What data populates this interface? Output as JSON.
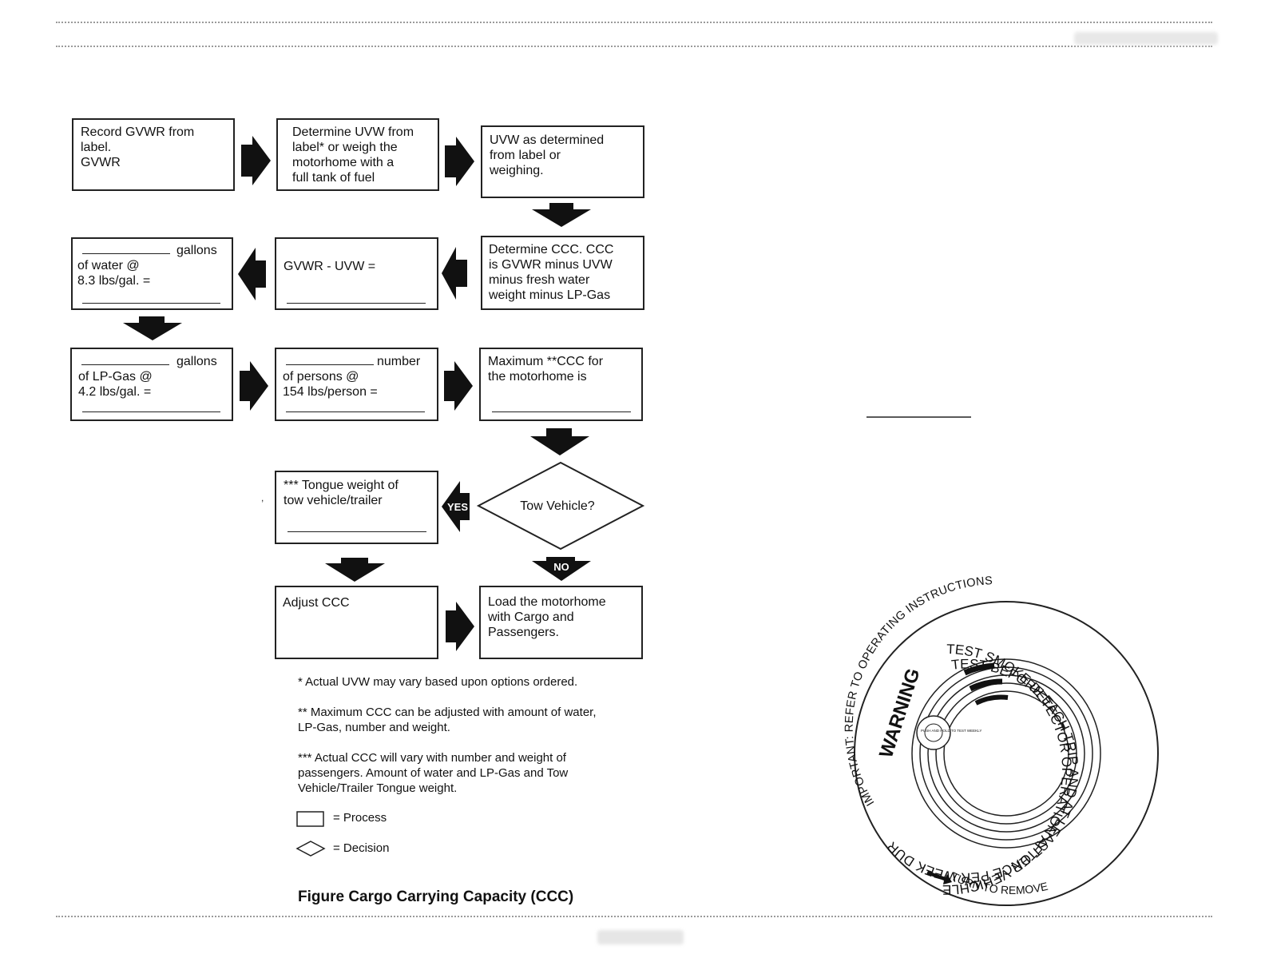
{
  "flowchart": {
    "record_gvwr": "Record GVWR from\nlabel.\nGVWR",
    "determine_uvw": "Determine UVW from\nlabel* or weigh the\nmotorhome with a\nfull tank of fuel",
    "uvw_determined": "UVW as determined\nfrom label or\nweighing.",
    "determine_ccc": "Determine CCC. CCC\nis GVWR minus UVW\nminus fresh water\nweight minus LP-Gas",
    "gvwr_minus_uvw": "GVWR - UVW =",
    "water_top": "gallons",
    "water_text": "of water @\n8.3 lbs/gal. =",
    "lpgas_top": "gallons",
    "lpgas_text": "of LP-Gas @\n4.2 lbs/gal. =",
    "persons_top": "number",
    "persons_text": "of persons @\n154 lbs/person =",
    "max_ccc": "Maximum **CCC for\nthe motorhome is",
    "tongue_weight": "*** Tongue weight of\ntow vehicle/trailer",
    "tow_vehicle": "Tow Vehicle?",
    "yes_label": "YES",
    "no_label": "NO",
    "adjust_ccc": "Adjust CCC",
    "load_motorhome": "Load the motorhome\nwith Cargo and\nPassengers."
  },
  "notes": {
    "note1": "* Actual UVW may vary based upon options ordered.",
    "note2": "** Maximum CCC can be adjusted with amount of water,\nLP-Gas, number and weight.",
    "note3": "*** Actual CCC will vary with number and weight of\npassengers. Amount of water and LP-Gas and Tow\nVehicle/Trailer Tongue weight."
  },
  "legend": {
    "process": "= Process",
    "decision": "= Decision"
  },
  "figure_title": "Figure Cargo Carrying Capacity (CCC)",
  "detector_label": {
    "outer_text": "IMPORTANT: REFER TO OPERATING INSTRUCTIONS",
    "line1": "TEST SMOKE DETECTOR OPERATION AFTER VEHICHLE HAS BEEN IN STORAGE",
    "line2": "TEST BEFORE EACH TRIP AND AT LEAST ONCE PER WEEK DURING USE.",
    "warning": "WARNING",
    "button_text": "PUSH AND HOLD TO TEST WEEKLY",
    "turn_to_remove": "TURN TO REMOVE"
  }
}
